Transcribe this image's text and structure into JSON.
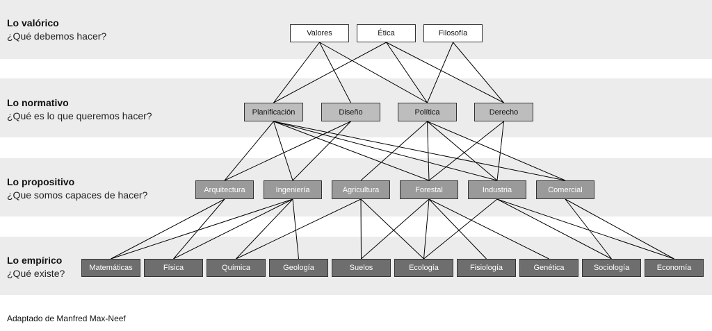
{
  "levels": [
    {
      "title": "Lo valórico",
      "question": "¿Qué debemos hacer?"
    },
    {
      "title": "Lo normativo",
      "question": "¿Qué es lo que queremos hacer?"
    },
    {
      "title": "Lo propositivo",
      "question": "¿Que somos capaces de hacer?"
    },
    {
      "title": "Lo empírico",
      "question": "¿Qué existe?"
    }
  ],
  "nodes": {
    "valores": "Valores",
    "etica": "Ética",
    "filosofia": "Filosofía",
    "planificacion": "Planificación",
    "diseno": "Diseño",
    "politica": "Política",
    "derecho": "Derecho",
    "arquitectura": "Arquitectura",
    "ingenieria": "Ingeniería",
    "agricultura": "Agricultura",
    "forestal": "Forestal",
    "industria": "Industria",
    "comercial": "Comercial",
    "matematicas": "Matemáticas",
    "fisica": "Física",
    "quimica": "Química",
    "geologia": "Geología",
    "suelos": "Suelos",
    "ecologia": "Ecología",
    "fisiologia": "Fisiología",
    "genetica": "Genética",
    "sociologia": "Sociología",
    "economia": "Economía"
  },
  "links": [
    [
      "valores",
      "planificacion"
    ],
    [
      "valores",
      "diseno"
    ],
    [
      "valores",
      "politica"
    ],
    [
      "etica",
      "planificacion"
    ],
    [
      "etica",
      "politica"
    ],
    [
      "etica",
      "derecho"
    ],
    [
      "filosofia",
      "politica"
    ],
    [
      "filosofia",
      "derecho"
    ],
    [
      "planificacion",
      "arquitectura"
    ],
    [
      "planificacion",
      "ingenieria"
    ],
    [
      "planificacion",
      "forestal"
    ],
    [
      "planificacion",
      "industria"
    ],
    [
      "planificacion",
      "comercial"
    ],
    [
      "diseno",
      "arquitectura"
    ],
    [
      "diseno",
      "ingenieria"
    ],
    [
      "politica",
      "agricultura"
    ],
    [
      "politica",
      "forestal"
    ],
    [
      "politica",
      "industria"
    ],
    [
      "politica",
      "comercial"
    ],
    [
      "derecho",
      "forestal"
    ],
    [
      "derecho",
      "industria"
    ],
    [
      "arquitectura",
      "matematicas"
    ],
    [
      "arquitectura",
      "fisica"
    ],
    [
      "ingenieria",
      "matematicas"
    ],
    [
      "ingenieria",
      "fisica"
    ],
    [
      "ingenieria",
      "quimica"
    ],
    [
      "ingenieria",
      "geologia"
    ],
    [
      "agricultura",
      "quimica"
    ],
    [
      "agricultura",
      "suelos"
    ],
    [
      "agricultura",
      "ecologia"
    ],
    [
      "forestal",
      "suelos"
    ],
    [
      "forestal",
      "ecologia"
    ],
    [
      "forestal",
      "fisiologia"
    ],
    [
      "forestal",
      "genetica"
    ],
    [
      "industria",
      "ecologia"
    ],
    [
      "industria",
      "sociologia"
    ],
    [
      "industria",
      "economia"
    ],
    [
      "comercial",
      "sociologia"
    ],
    [
      "comercial",
      "economia"
    ]
  ],
  "credit": "Adaptado de Manfred Max-Neef",
  "colors": {
    "band": "#ececec",
    "line": "#000000"
  }
}
